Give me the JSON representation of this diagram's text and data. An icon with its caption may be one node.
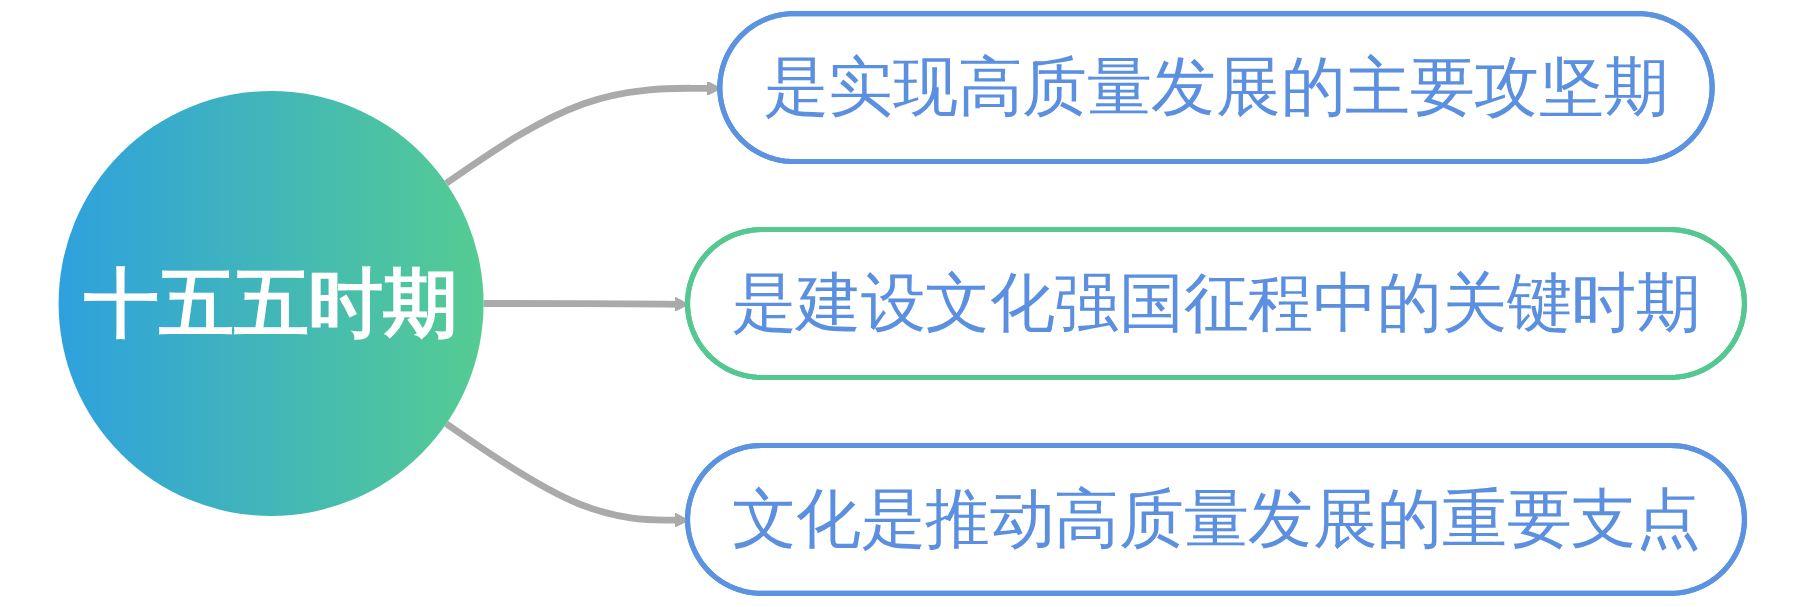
{
  "diagram": {
    "nodes": [
      {
        "text": [
          "十五五时期"
        ]
      },
      {
        "text": [
          "是实现高质量发展的主要攻坚期"
        ]
      },
      {
        "text": [
          "是建设文化强国征程中的关键时期"
        ]
      },
      {
        "text": [
          "文化是推动高质量发展的重要支点"
        ]
      }
    ],
    "edges": [
      {
        "from": 0,
        "to": 1,
        "arrow": "to"
      },
      {
        "from": 0,
        "to": 2,
        "arrow": "to"
      },
      {
        "from": 0,
        "to": 3,
        "arrow": "to"
      }
    ]
  }
}
